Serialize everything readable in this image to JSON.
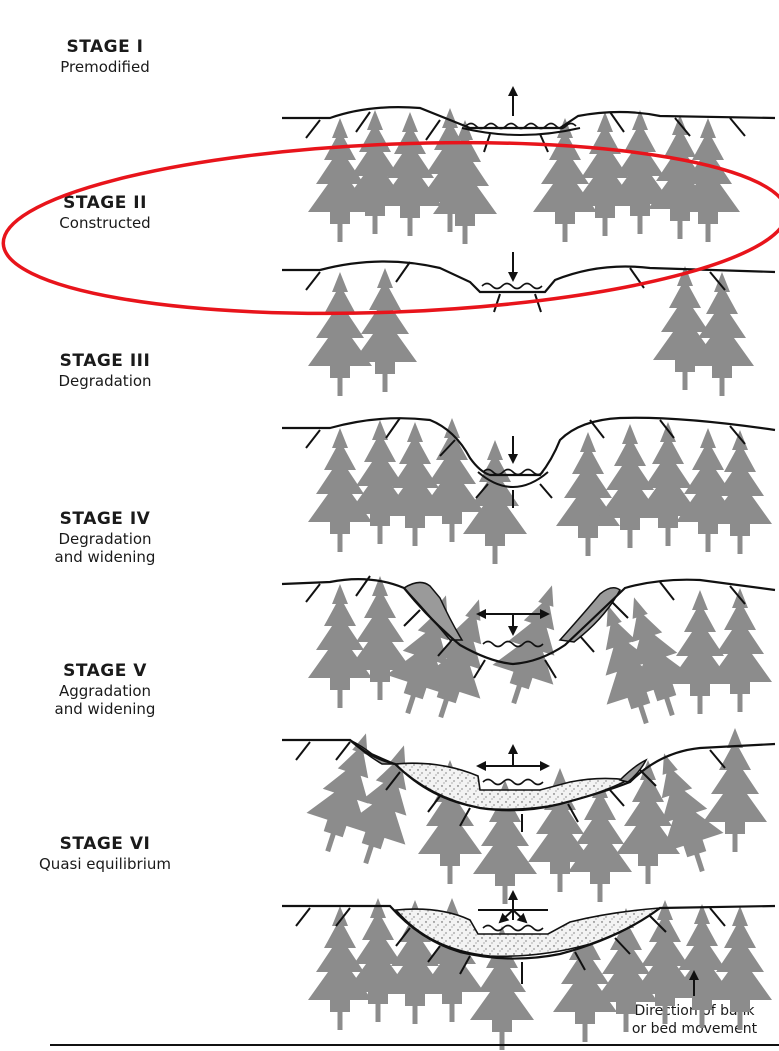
{
  "stages": [
    {
      "title": "STAGE I",
      "desc_lines": [
        "Premodified"
      ]
    },
    {
      "title": "STAGE II",
      "desc_lines": [
        "Constructed"
      ]
    },
    {
      "title": "STAGE III",
      "desc_lines": [
        "Degradation"
      ]
    },
    {
      "title": "STAGE IV",
      "desc_lines": [
        "Degradation",
        "and widening"
      ]
    },
    {
      "title": "STAGE V",
      "desc_lines": [
        "Aggradation",
        "and widening"
      ]
    },
    {
      "title": "STAGE VI",
      "desc_lines": [
        "Quasi equilibrium"
      ]
    }
  ],
  "legend": {
    "line1": "Direction of bank",
    "line2": "or bed movement"
  },
  "colors": {
    "tree": "#8c8c8c",
    "ground": "#111111",
    "highlight": "#e8141b",
    "bank_deposit": "#9a9a9a",
    "sediment": "#ececec"
  },
  "icons": [
    "tree-icon",
    "arrow-up-icon",
    "arrow-down-icon",
    "arrow-horizontal-icon"
  ]
}
